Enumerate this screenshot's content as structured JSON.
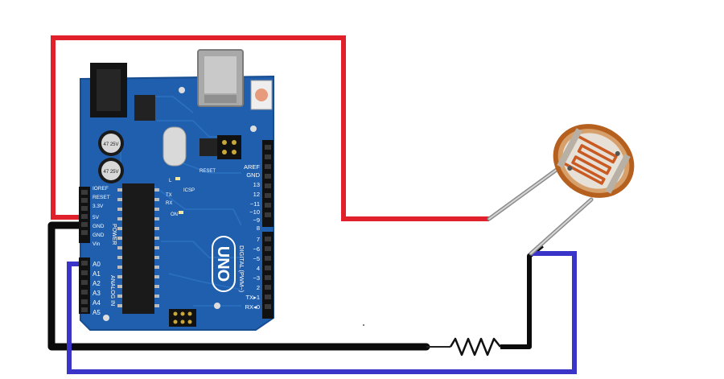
{
  "board": {
    "logo": "UNO",
    "header_label_power": "POWER",
    "header_label_analog": "ANALOG IN",
    "header_label_digital": "DIGITAL (PWM~)",
    "label_aref": "AREF",
    "label_gnd_top": "GND",
    "label_reset_btn": "RESET",
    "label_icsp": "ICSP",
    "label_tx": "TX",
    "label_rx": "RX",
    "label_on": "ON",
    "label_l": "L",
    "cap1_value": "47 25V",
    "cap2_value": "47 25V",
    "power_pins": [
      "IOREF",
      "RESET",
      "3.3V",
      "5V",
      "GND",
      "GND",
      "Vin"
    ],
    "analog_pins": [
      "A0",
      "A1",
      "A2",
      "A3",
      "A4",
      "A5"
    ],
    "digital_pins_top": [
      "13",
      "12",
      "~11",
      "~10",
      "~9",
      "8"
    ],
    "digital_pins_bottom": [
      "7",
      "~6",
      "~5",
      "4",
      "~3",
      "2",
      "TX▸1",
      "RX◂0"
    ]
  },
  "wires": {
    "five_volt_color": "#e0202a",
    "ground_color": "#0b0b0b",
    "analog_color": "#3a35c8"
  },
  "components": {
    "sensor": "photoresistor-icon",
    "resistor": "resistor-icon"
  }
}
